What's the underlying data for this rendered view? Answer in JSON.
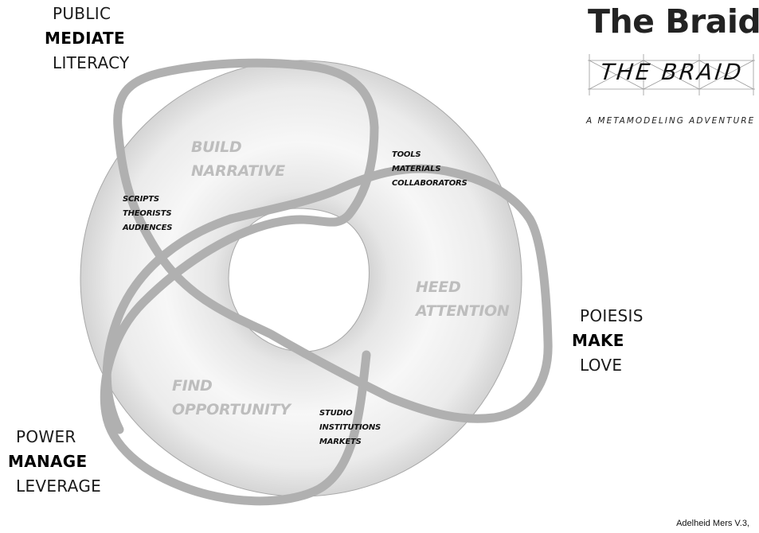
{
  "header": {
    "title": "The Braid",
    "logo_text": "THE BRAID",
    "subtitle": "A METAMODELING ADVENTURE"
  },
  "corners": {
    "top_left": {
      "line1": "PUBLIC",
      "line2": "MEDIATE",
      "line3": "LITERACY"
    },
    "right": {
      "line1": "POIESIS",
      "line2": "MAKE",
      "line3": "LOVE"
    },
    "bottom_left": {
      "line1": "POWER",
      "line2": "MANAGE",
      "line3": "LEVERAGE"
    }
  },
  "zones": {
    "build": {
      "line1": "BUILD",
      "line2": "NARRATIVE"
    },
    "heed": {
      "line1": "HEED",
      "line2": "ATTENTION"
    },
    "find": {
      "line1": "FIND",
      "line2": "OPPORTUNITY"
    }
  },
  "nodes": {
    "scripts": [
      "SCRIPTS",
      "THEORISTS",
      "AUDIENCES"
    ],
    "tools": [
      "TOOLS",
      "MATERIALS",
      "COLLABORATORS"
    ],
    "studio": [
      "STUDIO",
      "INSTITUTIONS",
      "MARKETS"
    ]
  },
  "credit": "Adelheid Mers  V.3,",
  "colors": {
    "torus_light": "#f7f7f7",
    "torus_dark": "#d6d6d6",
    "braid": "#b3b3b3",
    "zone_text": "#bdbdbd"
  }
}
